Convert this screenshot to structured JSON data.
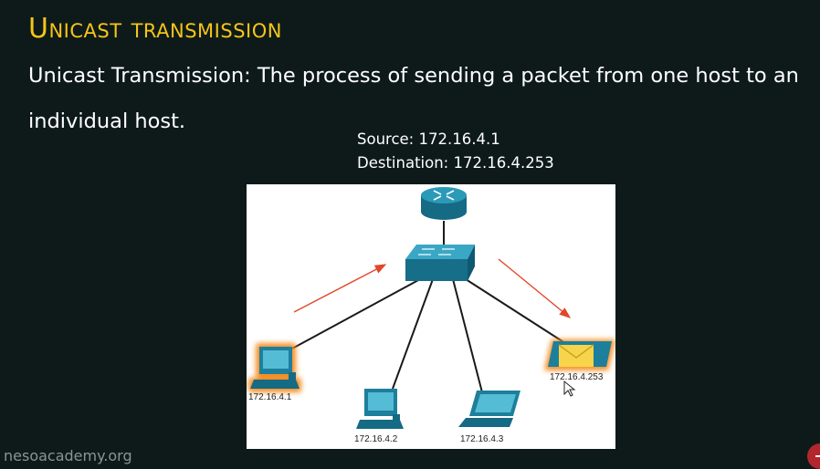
{
  "slide": {
    "title": "Unicast transmission",
    "definition": "Unicast Transmission: The process of sending a packet from one host to an individual host."
  },
  "packet": {
    "source": "Source: 172.16.4.1",
    "destination": "Destination: 172.16.4.253"
  },
  "diagram": {
    "hosts": [
      {
        "label": "172.16.4.1",
        "role": "source",
        "device": "desktop-pc"
      },
      {
        "label": "172.16.4.2",
        "role": "idle",
        "device": "desktop-pc"
      },
      {
        "label": "172.16.4.3",
        "role": "idle",
        "device": "laptop"
      },
      {
        "label": "172.16.4.253",
        "role": "destination",
        "device": "laptop"
      }
    ],
    "colors": {
      "device": "#1d7f9c",
      "highlight": "#f58a1f",
      "arrow": "#e2472a",
      "link": "#1a1a1a",
      "envelope": "#f6d54a"
    }
  },
  "footer": {
    "watermark": "nesoacademy.org"
  }
}
